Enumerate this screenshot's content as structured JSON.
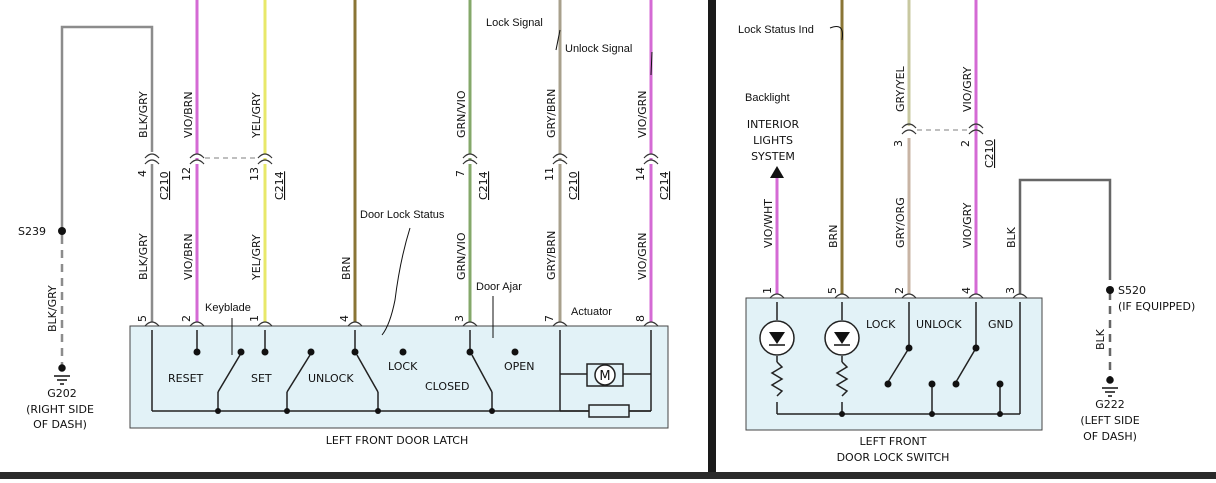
{
  "left": {
    "wire_colors": [
      "BLK/GRY",
      "VIO/BRN",
      "YEL/GRY",
      "GRN/VIO",
      "GRY/BRN",
      "VIO/GRN"
    ],
    "connector_pins": [
      "4",
      "12",
      "13",
      "7",
      "11",
      "14"
    ],
    "connectors": [
      "C210",
      "C214",
      "C214",
      "C210",
      "C214"
    ],
    "lower_wire_colors": [
      "BLK/GRY",
      "VIO/BRN",
      "YEL/GRY",
      "BRN",
      "GRN/VIO",
      "GRY/BRN",
      "VIO/GRN"
    ],
    "latch_pins": [
      "5",
      "2",
      "1",
      "4",
      "3",
      "7",
      "8"
    ],
    "splice_s239": "S239",
    "splice_wire": "BLK/GRY",
    "ground": "G202",
    "ground_desc": [
      "(RIGHT SIDE",
      "OF DASH)"
    ],
    "switch_labels": {
      "reset": "RESET",
      "set": "SET",
      "unlock": "UNLOCK",
      "lock": "LOCK",
      "closed": "CLOSED",
      "open": "OPEN"
    },
    "motor": "M",
    "module_name": "LEFT FRONT DOOR LATCH"
  },
  "right": {
    "wire_colors_top": [
      "GRY/YEL",
      "VIO/GRY"
    ],
    "connector_pins": [
      "3",
      "2"
    ],
    "connector": "C210",
    "lower_wire_colors": [
      "VIO/WHT",
      "BRN",
      "GRY/ORG",
      "VIO/GRY",
      "BLK"
    ],
    "switch_pins": [
      "1",
      "5",
      "2",
      "4",
      "3"
    ],
    "interior_lights": [
      "INTERIOR",
      "LIGHTS",
      "SYSTEM"
    ],
    "switch_labels": {
      "lock": "LOCK",
      "unlock": "UNLOCK",
      "gnd": "GND"
    },
    "splice_s520": "S520",
    "splice_desc": "(IF EQUIPPED)",
    "splice_wire": "BLK",
    "ground": "G222",
    "ground_desc": [
      "(LEFT SIDE",
      "OF DASH)"
    ],
    "module_name": [
      "LEFT FRONT",
      "DOOR LOCK SWITCH"
    ]
  },
  "annotations": {
    "lock_signal": "Lock Signal",
    "unlock_signal": "Unlock Signal",
    "door_lock_status": "Door Lock Status",
    "door_ajar": "Door Ajar",
    "actuator": "Actuator",
    "keyblade": "Keyblade",
    "lock_status_ind": "Lock Status Ind",
    "backlight": "Backlight"
  },
  "colors": {
    "blk_gry": "#8c8c8c",
    "vio": "#d46ad4",
    "yel": "#e8e86a",
    "brn": "#8a7535",
    "grn": "#84a86a",
    "gry_brn": "#a8a08c",
    "gry_org": "#c8b4a4",
    "box_fill": "#e2f2f7"
  }
}
